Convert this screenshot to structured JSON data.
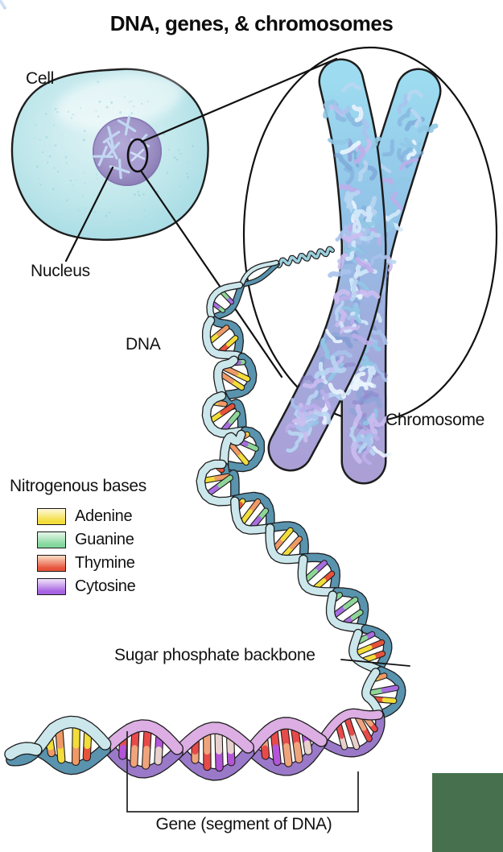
{
  "title": "DNA, genes, & chromosomes",
  "labels": {
    "cell": "Cell",
    "nucleus": "Nucleus",
    "dna": "DNA",
    "chromosome": "Chromosome",
    "backbone": "Sugar phosphate backbone",
    "gene": "Gene (segment of DNA)"
  },
  "legend": {
    "heading": "Nitrogenous bases",
    "items": [
      {
        "label": "Adenine",
        "color": "#f3dd3a",
        "color_light": "#fdf6cc"
      },
      {
        "label": "Guanine",
        "color": "#82d79c",
        "color_light": "#def3e2"
      },
      {
        "label": "Thymine",
        "color": "#e6533a",
        "color_light": "#f9d2bb"
      },
      {
        "label": "Cytosine",
        "color": "#a763e2",
        "color_light": "#ead9f8"
      }
    ]
  },
  "colors": {
    "cell_fill_center": "#ddf2f4",
    "cell_fill_mid": "#c2e8ec",
    "cell_fill_edge": "#9fd8e2",
    "cell_outline": "#1e1e1e",
    "cell_speckle": "#7ec9d6",
    "nucleus_center": "#b4aad8",
    "nucleus_mid": "#a094c8",
    "nucleus_edge": "#8073ad",
    "mini_chromosome": "#c2d8f2",
    "lens_fill": "#a99ed2",
    "chromosome_top": "#9ddcf0",
    "chromosome_upper": "#92c4e8",
    "chromosome_lower": "#9faede",
    "chromosome_bottom": "#ab9fd6",
    "helix_front": "#cbe7ec",
    "helix_back": "#5993ae",
    "gene_front": "#dcaee3",
    "gene_back": "#9b79c9",
    "adenine": "#f3dd3a",
    "guanine": "#8ed698",
    "thymine": "#e6533a",
    "thymine_light": "#ef9a66",
    "cytosine": "#a86ee0",
    "gene_rung_red": "#e84a4a",
    "gene_rung_salmon": "#f0a47c",
    "gene_rung_purple": "#b455d8",
    "gene_rung_pale": "#e8d0cc",
    "outline": "#1d1d1d",
    "line": "#111111",
    "green_block": "#47714E"
  }
}
